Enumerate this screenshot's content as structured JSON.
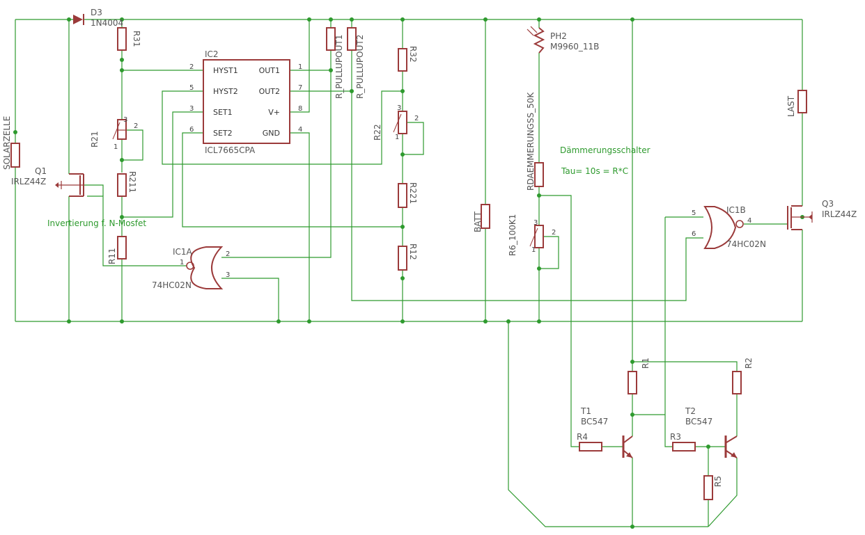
{
  "components": {
    "D3": {
      "name": "D3",
      "value": "1N4004"
    },
    "R31": "R31",
    "R32": "R32",
    "R21": "R21",
    "R22": "R22",
    "R211": "R211",
    "R221": "R221",
    "R11": "R11",
    "R12": "R12",
    "R1": "R1",
    "R2": "R2",
    "R3": "R3",
    "R4": "R4",
    "R5": "R5",
    "SOLAR": "SOLARZELLE",
    "BATT": "BATT",
    "LAST": "LAST",
    "RP1": "R_PULLUPOUT1",
    "RP2": "R_PULLUPOUT2",
    "RDAEM": "RDAEMMERUNGSS_50K",
    "R6": "R6_100K1",
    "PH2": {
      "name": "PH2",
      "value": "M9960_11B"
    },
    "Q1": {
      "name": "Q1",
      "value": "IRLZ44Z"
    },
    "Q3": {
      "name": "Q3",
      "value": "IRLZ44Z"
    },
    "T1": {
      "name": "T1",
      "value": "BC547"
    },
    "T2": {
      "name": "T2",
      "value": "BC547"
    },
    "IC1A": {
      "name": "IC1A",
      "value": "74HC02N"
    },
    "IC1B": {
      "name": "IC1B",
      "value": "74HC02N"
    },
    "IC2": {
      "name": "IC2",
      "value": "ICL7665CPA",
      "left_pins": [
        "HYST1",
        "HYST2",
        "SET1",
        "SET2"
      ],
      "right_pins": [
        "OUT1",
        "OUT2",
        "V+",
        "GND"
      ]
    }
  },
  "pin_numbers": {
    "ic2_left": [
      "2",
      "5",
      "3",
      "6"
    ],
    "ic2_right": [
      "1",
      "7",
      "8",
      "4"
    ],
    "pot": [
      "3",
      "2",
      "1"
    ],
    "ic1a": [
      "2",
      "1",
      "3"
    ],
    "ic1b": [
      "5",
      "4",
      "6"
    ]
  },
  "notes": {
    "inverter": "Invertierung f. N-Mosfet",
    "switch": "Dämmerungsschalter",
    "tau": "Tau= 10s = R*C"
  },
  "colors": {
    "wire": "#2e9a2e",
    "part": "#9b3a3a",
    "label": "#555555"
  }
}
